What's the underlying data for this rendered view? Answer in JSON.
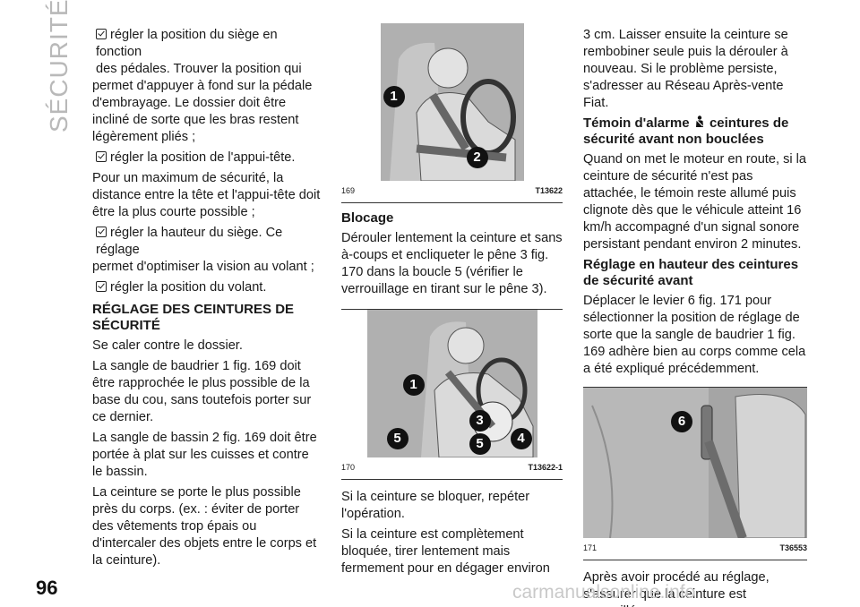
{
  "section_tab": "SÉCURITÉ",
  "page_number": "96",
  "watermark": "carmanualsonline.info",
  "column1": {
    "bullet1_a": "régler la position du siège en fonction",
    "bullet1_b": "des pédales. Trouver la position qui",
    "bullet1_c": "permet d'appuyer à fond sur la pédale d'embrayage. Le dossier doit être incliné de sorte que les bras restent légèrement pliés ;",
    "bullet2": "régler la position de l'appui-tête.",
    "para1": "Pour un maximum de sécurité, la distance entre la tête et l'appui-tête doit être la plus courte possible ;",
    "bullet3_a": "régler la hauteur du siège. Ce réglage",
    "bullet3_b": "permet d'optimiser la vision au volant ;",
    "bullet4": "régler la position du volant.",
    "heading": "RÉGLAGE DES CEINTURES DE SÉCURITÉ",
    "p1": "Se caler contre le dossier.",
    "p2": "La sangle de baudrier 1 fig. 169 doit être rapprochée le plus possible de la base du cou, sans toutefois porter sur ce dernier.",
    "p3": "La sangle de bassin 2 fig. 169 doit être portée à plat sur les cuisses et contre le bassin.",
    "p4": "La ceinture se porte le plus possible près du corps. (ex. : éviter de porter des vêtements trop épais ou d'intercaler des objets entre le corps et la ceinture)."
  },
  "column2": {
    "fig169": {
      "num": "169",
      "code": "T13622",
      "labels": [
        "1",
        "2"
      ]
    },
    "heading": "Blocage",
    "p1": "Dérouler lentement la ceinture et sans à-coups et encliqueter le pêne 3 fig. 170 dans la boucle 5 (vérifier le verrouillage en tirant sur le pêne 3).",
    "fig170": {
      "num": "170",
      "code": "T13622-1",
      "labels": [
        "1",
        "3",
        "5",
        "4",
        "5"
      ]
    },
    "p2": "Si la ceinture se bloquer, repéter l'opération.",
    "p3": "Si la ceinture est complètement bloquée, tirer lentement mais fermement pour en dégager environ"
  },
  "column3": {
    "p1": "3 cm. Laisser ensuite la ceinture se rembobiner seule puis la dérouler à nouveau. Si le problème persiste, s'adresser au Réseau Après-vente Fiat.",
    "heading1_a": "Témoin d'alarme",
    "heading1_b": "ceintures de sécurité avant non bouclées",
    "p2": "Quand on met le moteur en route, si la ceinture de sécurité n'est pas attachée, le témoin reste allumé puis clignote dès que le véhicule atteint 16 km/h accompagné d'un signal sonore persistant pendant environ 2 minutes.",
    "heading2": "Réglage en hauteur des ceintures de sécurité avant",
    "p3": "Déplacer le levier 6 fig. 171 pour sélectionner la position de réglage de sorte que la sangle de baudrier 1 fig. 169 adhère bien au corps comme cela a été expliqué précédemment.",
    "fig171": {
      "num": "171",
      "code": "T36553",
      "labels": [
        "6"
      ]
    },
    "p4": "Après avoir procédé au réglage, s'assurer que la ceinture est verrouillée."
  }
}
